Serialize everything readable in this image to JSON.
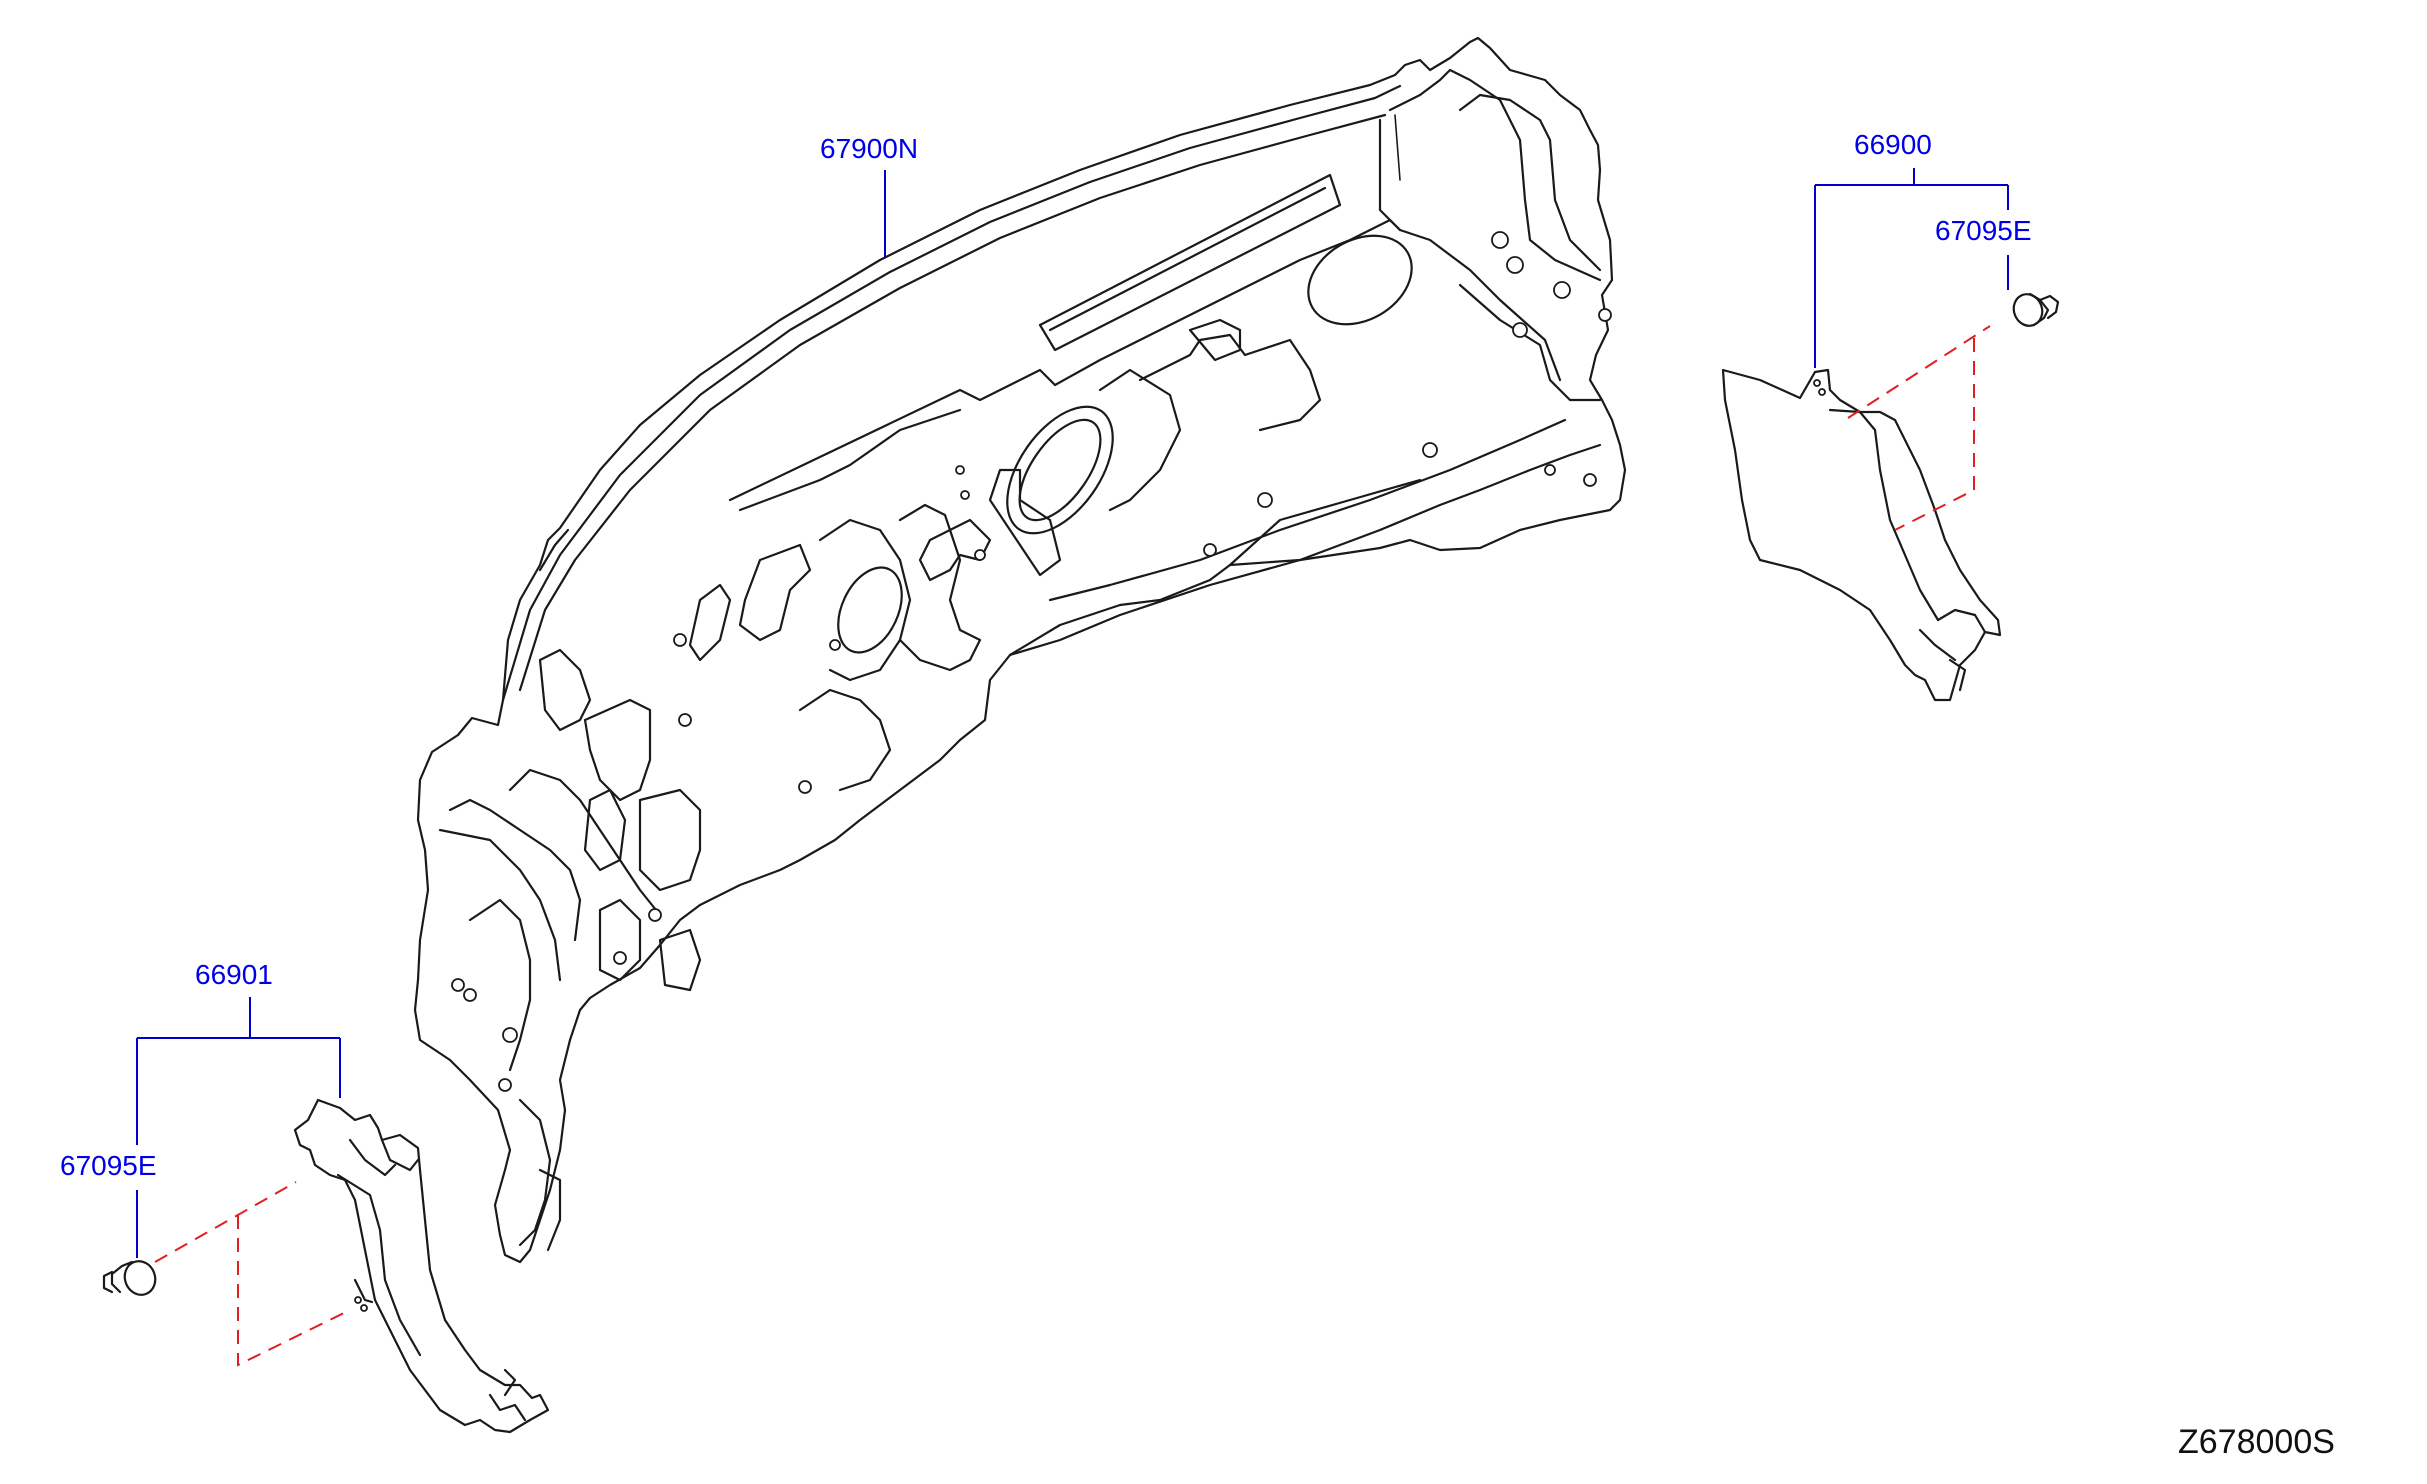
{
  "labels": {
    "dash_panel": "67900N",
    "trim_right": "66900",
    "clip_right": "67095E",
    "trim_left": "66901",
    "clip_left": "67095E"
  },
  "diagram_code": "Z678000S",
  "colors": {
    "label": "#0000e6",
    "leader": "#0000cc",
    "dashed_assembly_line": "#e02020",
    "outline": "#1a1a1a"
  }
}
